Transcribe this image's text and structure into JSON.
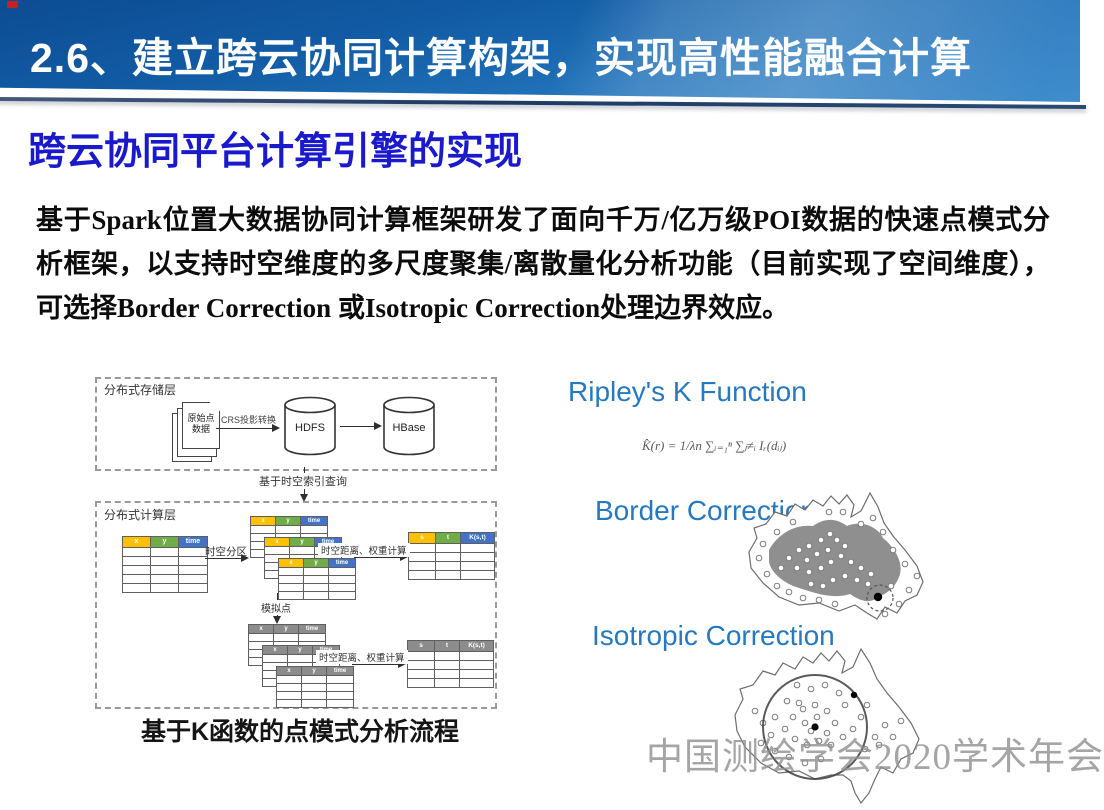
{
  "slide": {
    "banner_title": "2.6、建立跨云协同计算构架，实现高性能融合计算",
    "section_title": "跨云协同平台计算引擎的实现",
    "paragraph": "基于Spark位置大数据协同计算框架研发了面向千万/亿万级POI数据的快速点模式分析框架，以支持时空维度的多尺度聚集/离散量化分析功能（目前实现了空间维度），可选择Border Correction 或Isotropic Correction处理边界效应。",
    "caption": "基于K函数的点模式分析流程",
    "watermark": "中国测绘学会2020学术年会"
  },
  "storage": {
    "layer_label": "分布式存储层",
    "doc_line1": "原始点",
    "doc_line2": "数据",
    "crs_label": "CRS投影转换",
    "hdfs_label": "HDFS",
    "hbase_label": "HBase",
    "query_label": "基于时空索引查询"
  },
  "compute": {
    "layer_label": "分布式计算层",
    "partition_label": "时空分区",
    "distance_label1": "时空距离、权重计算",
    "sim_label": "模拟点",
    "distance_label2": "时空距离、权重计算",
    "headers_xyt": [
      "x",
      "y",
      "time"
    ],
    "headers_stk": [
      "s",
      "t",
      "K(s,t)"
    ]
  },
  "right_panel": {
    "ripley_title": "Ripley's K Function",
    "formula": "K̂(r) = 1/λn ∑ᵢ₌₁ⁿ ∑ⱼ≠ᵢ Iᵣ(dᵢⱼ)",
    "border_title": "Border Correction",
    "isotropic_title": "Isotropic Correction"
  },
  "colors": {
    "banner_blue_dark": "#0C4C93",
    "banner_blue_light": "#2F83C8",
    "section_blue": "#1A1ACC",
    "accent_blue": "#2679BE",
    "table_header_yellow": "#FFC000",
    "table_header_green": "#70AD47",
    "table_header_blue": "#4472C4",
    "table_header_gray": "#8C8C8C",
    "map_fill_gray": "#8F8F8F"
  }
}
